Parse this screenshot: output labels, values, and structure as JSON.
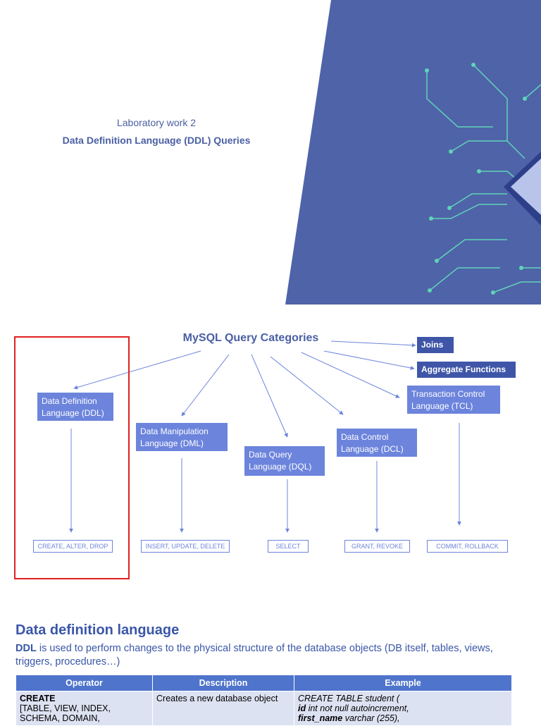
{
  "title_slide": {
    "subtitle": "Laboratory work 2",
    "title": "Data Definition Language (DDL) Queries"
  },
  "diagram": {
    "title": "MySQL Query Categories",
    "side_items": [
      "Joins",
      "Aggregate Functions"
    ],
    "categories": [
      {
        "line1": "Data Definition",
        "line2": "Language (DDL)",
        "commands": "CREATE, ALTER, DROP"
      },
      {
        "line1": "Data Manipulation",
        "line2": "Language (DML)",
        "commands": "INSERT, UPDATE, DELETE"
      },
      {
        "line1": "Data Query",
        "line2": "Language (DQL)",
        "commands": "SELECT"
      },
      {
        "line1": "Data Control",
        "line2": "Language (DCL)",
        "commands": "GRANT, REVOKE"
      },
      {
        "line1": "Transaction Control",
        "line2": "Language (TCL)",
        "commands": "COMMIT, ROLLBACK"
      }
    ]
  },
  "ddl_section": {
    "heading": "Data definition language",
    "intro_bold": "DDL",
    "intro_text": " is used to perform changes to the physical structure of the database objects (DB itself, tables, views, triggers, procedures…)",
    "table": {
      "headers": [
        "Operator",
        "Description",
        "Example"
      ],
      "row1": {
        "operator": "CREATE",
        "operator_sub1": "[TABLE, VIEW,  INDEX,",
        "operator_sub2": "SCHEMA, DOMAIN,",
        "description": "Creates a new database object",
        "example_line1": "CREATE TABLE student (",
        "example_line2_bold": "id",
        "example_line2_rest": " int not null autoincrement,",
        "example_line3_bold": "first_name",
        "example_line3_rest": " varchar (255),"
      }
    }
  },
  "colors": {
    "accent": "#4a5fa3",
    "hero_bg": "#4f63a8",
    "circuit": "#5fd3b8",
    "box": "#6c84dc",
    "box_dark": "#3f56a8",
    "highlight": "#e02020",
    "table_header": "#4f74cc",
    "table_cell": "#dde2f2",
    "example_text": "#6a2fa3"
  }
}
